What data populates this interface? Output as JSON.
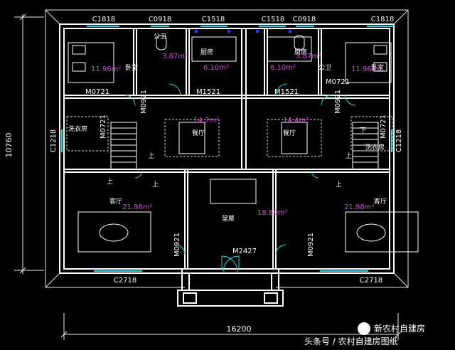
{
  "dimensions": {
    "height": "10760",
    "width": "16200"
  },
  "windows": {
    "c1818_left": "C1818",
    "c0918_left": "C0918",
    "c1518_left": "C1518",
    "c1518_right": "C1518",
    "c0918_right": "C0918",
    "c1818_right": "C1818",
    "c1218_left": "C1218",
    "c1218_right": "C1218",
    "c2718_left": "C2718",
    "c2718_right": "C2718"
  },
  "doors": {
    "m0721_bed_left": "M0721",
    "m0921_left_v": "M0921",
    "m1521_left": "M1521",
    "m1521_right": "M1521",
    "m0721_bath_right": "M0721",
    "m0921_right_v": "M0921",
    "m0721_laundry_left": "M0721",
    "m0721_laundry_right": "M0721",
    "m0921_living_left": "M0921",
    "m0921_living_right": "M0921",
    "m2427": "M2427"
  },
  "rooms": {
    "bath_left": "公卫",
    "bath_right": "公卫",
    "bedroom_left": "卧室",
    "bedroom_right": "卧室",
    "kitchen_left": "厨房",
    "kitchen_right": "厨房",
    "dining_left": "餐厅",
    "dining_right": "餐厅",
    "laundry_left": "洗衣房",
    "laundry_right": "洗衣房",
    "living_left": "客厅",
    "living_right": "客厅",
    "hall": "堂屋"
  },
  "areas": {
    "bedroom_left": "11.96m²",
    "bath_left": "3.87m²",
    "kitchen_left": "6.10m²",
    "kitchen_right": "6.10m²",
    "bath_right": "3.87m²",
    "bedroom_right": "11.96m²",
    "dining_left": "14.7m²",
    "dining_right": "14.4m²",
    "living_left": "21.98m²",
    "hall": "18.89m²",
    "living_right": "21.98m²"
  },
  "stairs": {
    "up_1": "上",
    "up_2": "上",
    "up_3": "上",
    "up_4": "上",
    "up_5": "上",
    "down": "下"
  },
  "watermark": {
    "brand": "新农村自建房",
    "caption": "头条号 / 农村自建房图纸"
  }
}
